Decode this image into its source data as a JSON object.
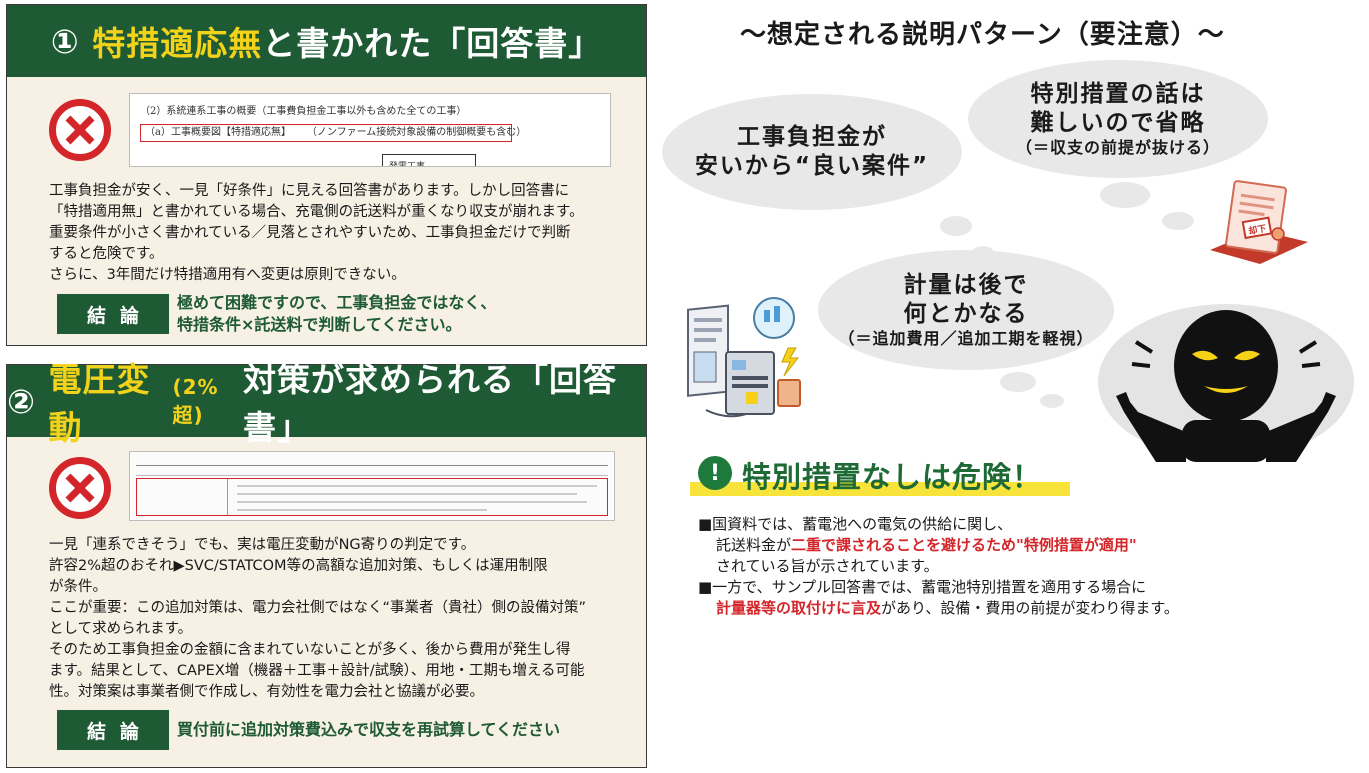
{
  "panel1": {
    "num": "①",
    "title_hl": "特措適応無",
    "title_rest": "と書かれた「回答書」",
    "doc_line1": "（2）系統連系工事の概要（工事費負担金工事以外も含めた全ての工事）",
    "doc_line2a": "（a）工事概要図【特措適応無】",
    "doc_line2b": "（ノンファーム接続対象設備の制御概要も含む）",
    "doc_line3": "発電工事",
    "body": [
      "工事負担金が安く、一見「好条件」に見える回答書があります。しかし回答書に",
      "「特措適用無」と書かれている場合、充電側の託送料が重くなり収支が崩れます。",
      "重要条件が小さく書かれている／見落とされやすいため、工事負担金だけで判断",
      "すると危険です。",
      "さらに、3年間だけ特措適用有へ変更は原則できない。"
    ],
    "conclusion_label": "結論",
    "conclusion": [
      "極めて困難ですので、工事負担金ではなく、",
      "特措条件×託送料で判断してください。"
    ]
  },
  "panel2": {
    "num": "②",
    "title_hl": "電圧変動",
    "title_sm": "(2%超)",
    "title_rest": "対策が求められる「回答書」",
    "body": [
      "一見「連系できそう」でも、実は電圧変動がNG寄りの判定です。",
      "許容2%超のおそれ▶SVC/STATCOM等の高額な追加対策、もしくは運用制限",
      "が条件。",
      "ここが重要：この追加対策は、電力会社側ではなく“事業者（貴社）側の設備対策”",
      "として求められます。",
      "そのため工事負担金の金額に含まれていないことが多く、後から費用が発生し得",
      "ます。結果として、CAPEX増（機器＋工事＋設計/試験）、用地・工期も増える可能",
      "性。対策案は事業者側で作成し、有効性を電力会社と協議が必要。"
    ],
    "conclusion_label": "結論",
    "conclusion": [
      "買付前に追加対策費込みで収支を再試算してください"
    ]
  },
  "right": {
    "title": "〜想定される説明パターン（要注意）〜",
    "cloud1": [
      "工事負担金が",
      "安いから“良い案件”"
    ],
    "cloud2": [
      "特別措置の話は",
      "難しいので省略"
    ],
    "cloud2_small": "（＝収支の前提が抜ける）",
    "cloud3": [
      "計量は後で",
      "何とかなる"
    ],
    "cloud3_small": "（＝追加費用／追加工期を軽視）",
    "stamp": "却下",
    "warn_icon": "!",
    "warn": "特別措置なしは危険！",
    "note1_a": "■国資料では、蓄電池への電気の供給に関し、",
    "note1_b": "託送料金が",
    "note1_red": "二重で課されることを避けるため\"特例措置が適用\"",
    "note1_c": "されている旨が示されています。",
    "note2_a": "■一方で、サンプル回答書では、蓄電池特別措置を適用する場合に",
    "note2_red": "計量器等の取付けに言及",
    "note2_b": "があり、設備・費用の前提が変わり得ます。"
  },
  "colors": {
    "green": "#1e5a34",
    "yellow": "#f2d21a",
    "red": "#d4262a"
  }
}
